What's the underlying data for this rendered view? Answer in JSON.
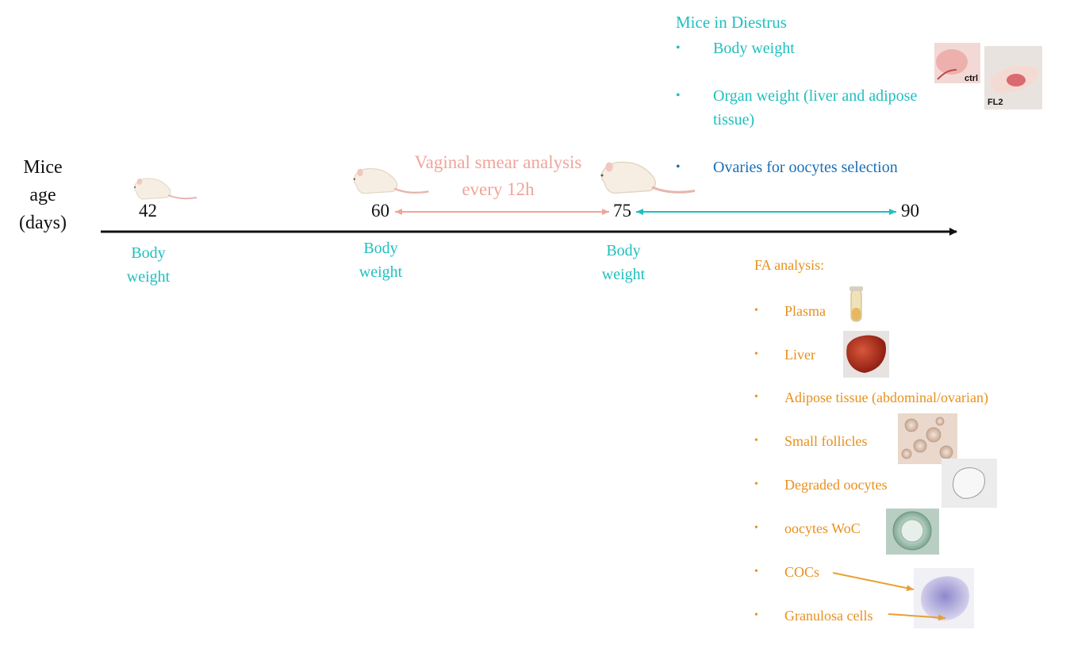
{
  "y_axis_label": [
    "Mice",
    "age",
    "(days)"
  ],
  "timeline": {
    "ages": [
      "42",
      "60",
      "75",
      "90"
    ],
    "measure_label": [
      "Body",
      "weight"
    ],
    "smear_label": [
      "Vaginal smear analysis",
      "every 12h"
    ]
  },
  "diestrus": {
    "title": "Mice in Diestrus",
    "items": [
      "Body weight",
      "Organ weight (liver and adipose tissue)",
      "Ovaries for oocytes selection"
    ],
    "photo_labels": [
      "ctrl",
      "FL2"
    ]
  },
  "fa_analysis": {
    "title": "FA analysis:",
    "items": [
      "Plasma",
      "Liver",
      "Adipose tissue (abdominal/ovarian)",
      "Small follicles",
      "Degraded oocytes",
      "oocytes WoC",
      "COCs",
      "Granulosa cells"
    ]
  },
  "colors": {
    "teal": "#1fbfbf",
    "blue": "#1a6fb5",
    "orange": "#e8901c",
    "salmon": "#f0a49a",
    "axis": "#111111"
  },
  "icons": [
    "mouse-icon",
    "blood-tube-icon",
    "liver-photo",
    "follicles-photo",
    "degraded-oocyte-photo",
    "oocyte-woc-photo",
    "coc-granulosa-photo",
    "ovary-ctrl-photo",
    "ovary-fl2-photo"
  ]
}
